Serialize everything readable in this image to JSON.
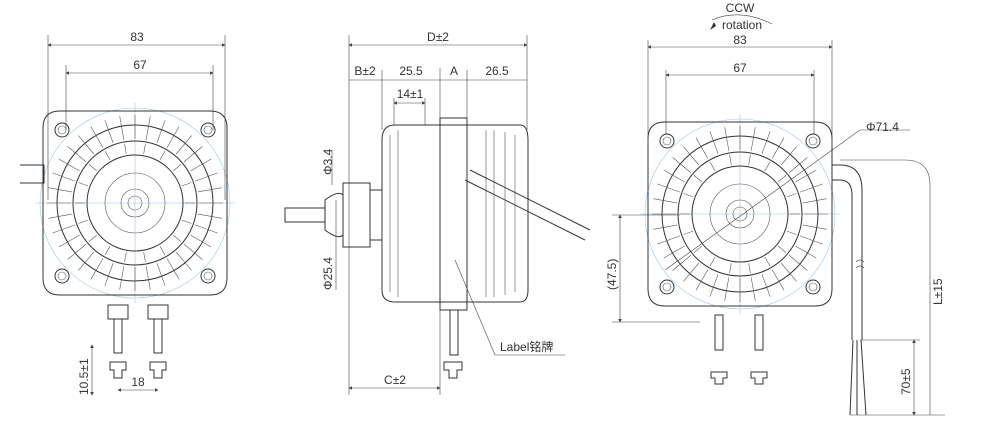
{
  "front_view": {
    "width_overall": "83",
    "hole_spacing": "67",
    "terminal_length": "10.5±1",
    "terminal_spacing": "18"
  },
  "side_view": {
    "overall_length": "D±2",
    "dim_b": "B±2",
    "dim_25_5": "25.5",
    "dim_a": "A",
    "dim_26_5": "26.5",
    "dim_14": "14±1",
    "shaft_dia": "Φ3.4",
    "boss_dia": "Φ25.4",
    "dim_c": "C±2",
    "label_callout": "Label铭牌"
  },
  "rear_view": {
    "rotation_direction": "CCW",
    "rotation_label": "rotation",
    "width_overall": "83",
    "hole_spacing": "67",
    "diameter": "Φ71.4",
    "height_ref": "(47.5)",
    "lead_length": "L±15",
    "strip_length": "70±5"
  }
}
